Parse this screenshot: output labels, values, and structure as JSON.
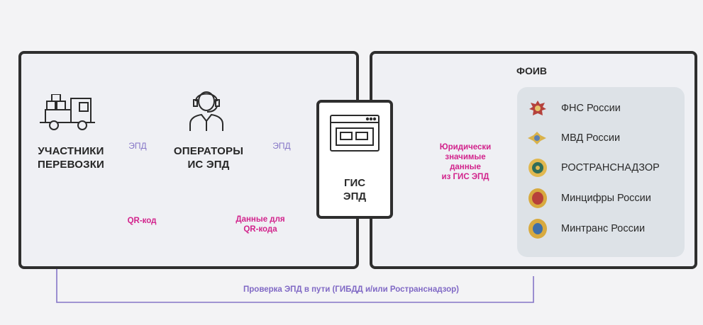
{
  "left": {
    "participants": {
      "line1": "УЧАСТНИКИ",
      "line2": "ПЕРЕВОЗКИ"
    },
    "operators": {
      "line1": "ОПЕРАТОРЫ",
      "line2": "ИС ЭПД"
    },
    "arrow_label_1": "ЭПД",
    "arrow_label_2": "ЭПД",
    "qr_label": "QR-код",
    "qr_data_label": {
      "line1": "Данные для",
      "line2": "QR-кода"
    }
  },
  "center": {
    "gis": {
      "line1": "ГИС",
      "line2": "ЭПД"
    }
  },
  "right": {
    "title": "ФОИВ",
    "legal_label": {
      "line1": "Юридически",
      "line2": "значимые",
      "line3": "данные",
      "line4": "из ГИС ЭПД"
    },
    "agencies": [
      {
        "name": "ФНС России",
        "icon": "eagle-emblem-icon"
      },
      {
        "name": "МВД России",
        "icon": "mvd-emblem-icon"
      },
      {
        "name": "РОСТРАНСНАДЗОР",
        "icon": "rostransnadzor-emblem-icon"
      },
      {
        "name": "Минцифры России",
        "icon": "mincifry-emblem-icon"
      },
      {
        "name": "Минтранс России",
        "icon": "mintrans-emblem-icon"
      }
    ]
  },
  "bottom_label": "Проверка ЭПД в пути (ГИБДД и/или Ространснадзор)",
  "colors": {
    "pink": "#d2238c",
    "purple": "#8575c7",
    "outline": "#2e2e2e"
  }
}
